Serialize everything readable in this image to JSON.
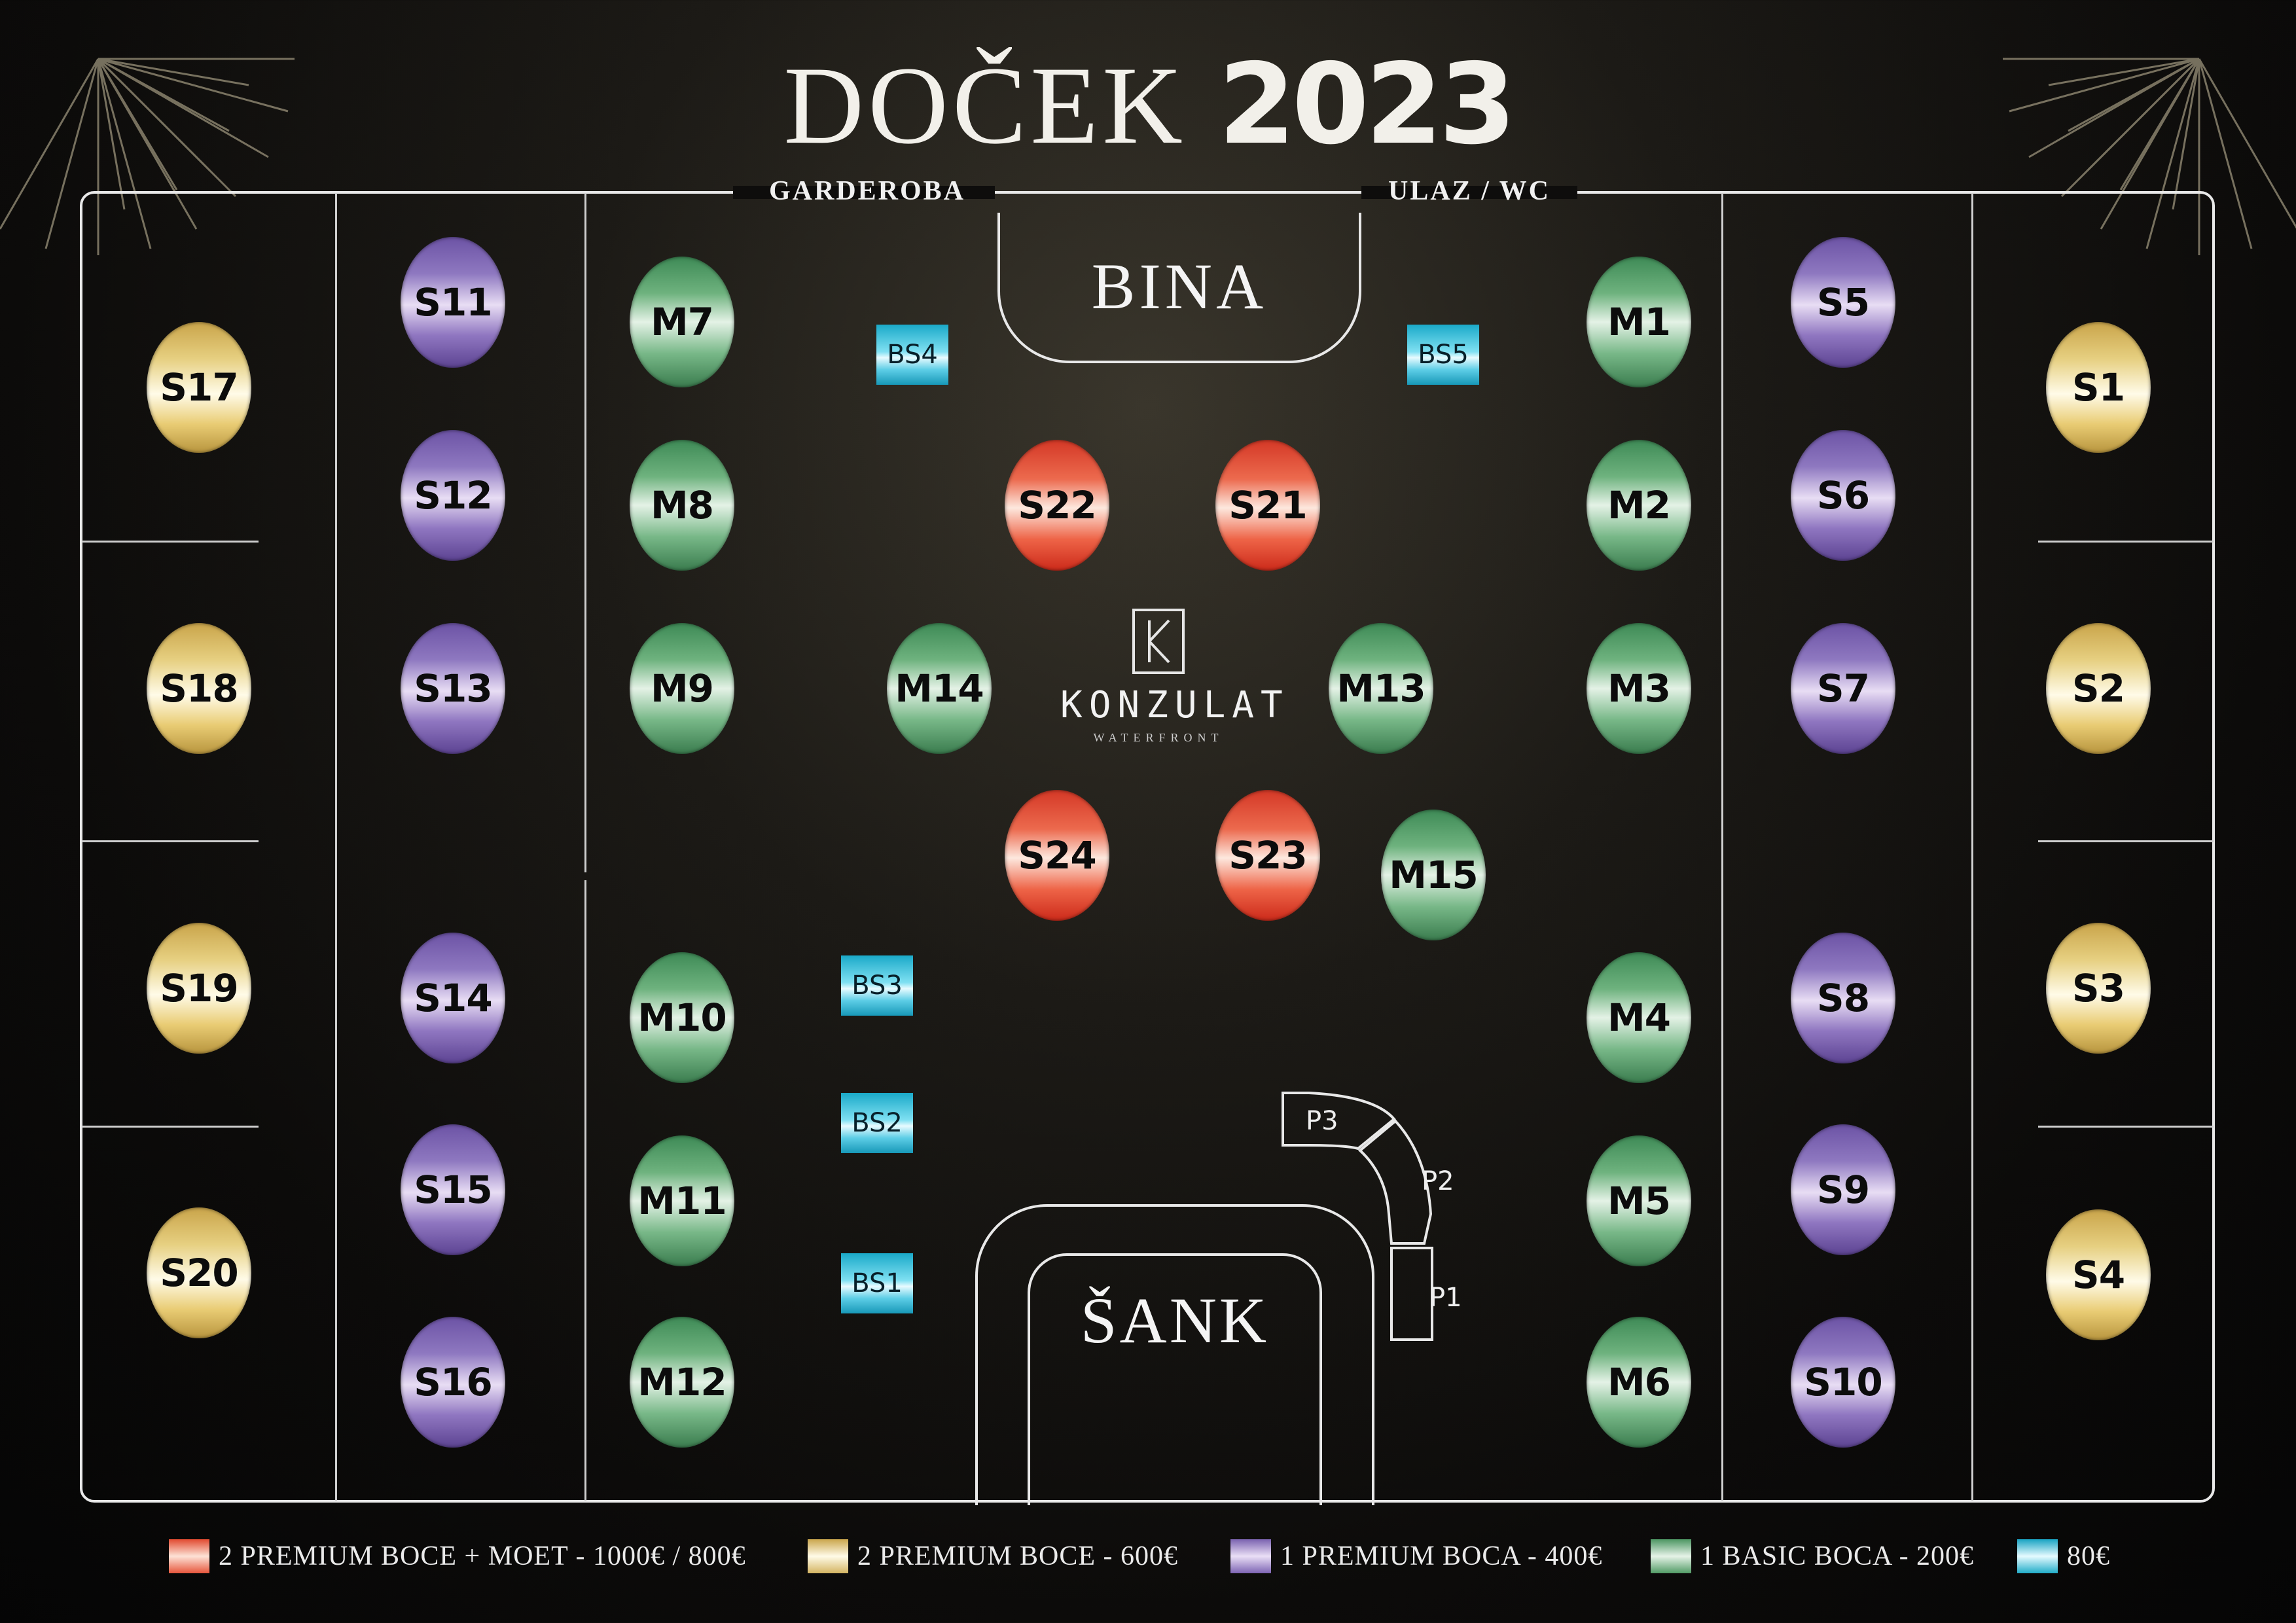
{
  "header": {
    "title_text": "DOČEK ",
    "title_year": "2023"
  },
  "top_labels": {
    "garderoba": "GARDEROBA",
    "entrance": "ULAZ / WC"
  },
  "areas": {
    "stage": "BINA",
    "bar": "ŠANK"
  },
  "logo": {
    "name": "KONZULAT",
    "subtitle": "WATERFRONT"
  },
  "tables": {
    "gold": [
      "S17",
      "S18",
      "S19",
      "S20",
      "S1",
      "S2",
      "S3",
      "S4"
    ],
    "purple": [
      "S11",
      "S12",
      "S13",
      "S14",
      "S15",
      "S16",
      "S5",
      "S6",
      "S7",
      "S8",
      "S9",
      "S10"
    ],
    "green": [
      "M7",
      "M8",
      "M9",
      "M10",
      "M11",
      "M12",
      "M1",
      "M2",
      "M3",
      "M4",
      "M5",
      "M6",
      "M14",
      "M13",
      "M15"
    ],
    "red": [
      "S22",
      "S21",
      "S24",
      "S23"
    ]
  },
  "bar_seats": [
    "BS4",
    "BS5",
    "BS3",
    "BS2",
    "BS1"
  ],
  "bar_stools": [
    "P3",
    "P2",
    "P1"
  ],
  "legend": [
    {
      "label": "2 PREMIUM BOCE + MOET - 1000€ / 800€",
      "color": "#e14a30"
    },
    {
      "label": "2 PREMIUM BOCE - 600€",
      "color": "#d4b462"
    },
    {
      "label": "1 PREMIUM BOCA - 400€",
      "color": "#7d64b3"
    },
    {
      "label": "1 BASIC BOCA - 200€",
      "color": "#529b66"
    },
    {
      "label": "80€",
      "color": "#20acc9"
    }
  ]
}
